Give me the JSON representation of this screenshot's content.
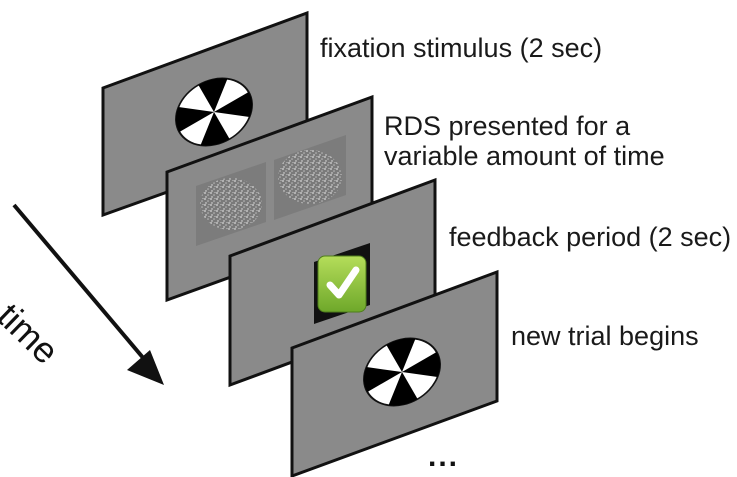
{
  "frames": [
    {
      "label": "fixation stimulus (2 sec)",
      "content": "pinwheel-stimulus"
    },
    {
      "label": "RDS presented for a variable amount of time",
      "label_line1": "RDS presented for a",
      "label_line2": "variable amount of time",
      "content": "random-dot-stereograms"
    },
    {
      "label": "feedback period (2 sec)",
      "content": "check-icon"
    },
    {
      "label": "new trial begins",
      "content": "pinwheel-stimulus"
    }
  ],
  "time_axis": {
    "label": "time"
  },
  "continuation": "...",
  "colors": {
    "panel_fill": "#8a8a8a",
    "panel_stroke": "#111111",
    "rds_patch": "#7c7c7c",
    "check_green": "#8cc63f",
    "text": "#1a1a1a"
  }
}
